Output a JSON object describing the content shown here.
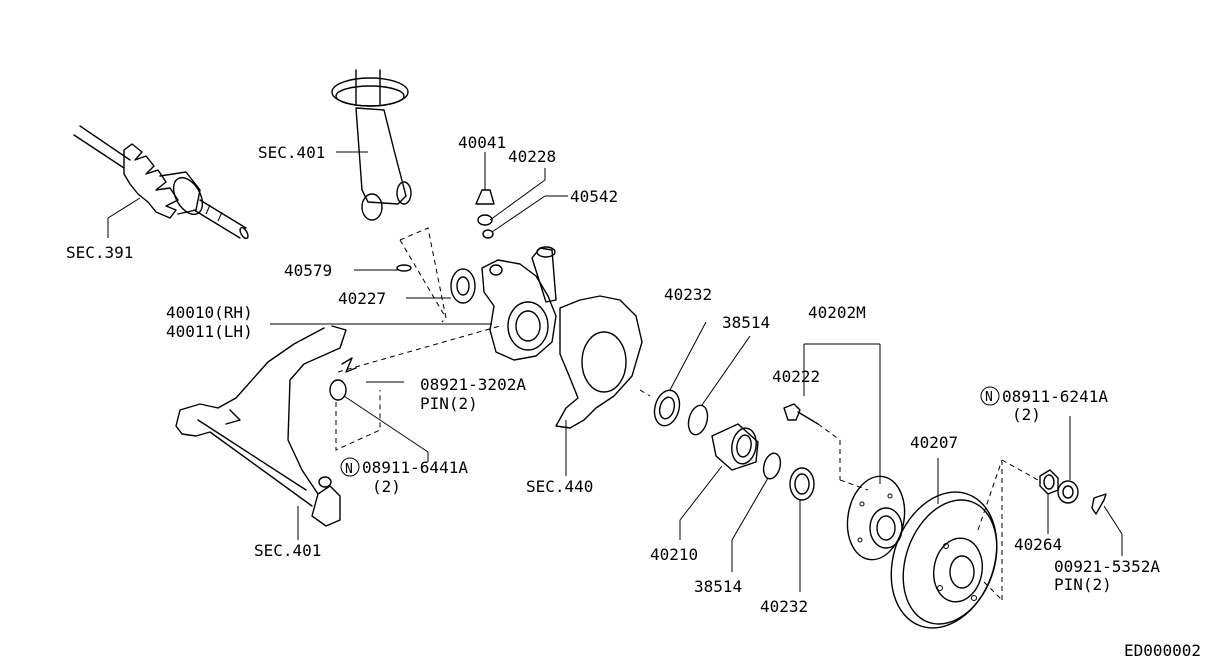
{
  "diagram": {
    "footer_code": "ED000002",
    "labels": {
      "sec391": "SEC.391",
      "sec401_top": "SEC.401",
      "p40041": "40041",
      "p40228": "40228",
      "p40542": "40542",
      "p40579": "40579",
      "p40227": "40227",
      "p40010": "40010(RH)",
      "p40011": "40011(LH)",
      "pin_3202a": "08921-3202A",
      "pin_3202a_qty": "PIN(2)",
      "nut_6441a": "08911-6441A",
      "nut_6441a_qty": "(2)",
      "sec401_bottom": "SEC.401",
      "sec440": "SEC.440",
      "p40232_top": "40232",
      "p38514_top": "38514",
      "p40210": "40210",
      "p38514_bottom": "38514",
      "p40232_bottom": "40232",
      "p40202m": "40202M",
      "p40222": "40222",
      "p40207": "40207",
      "nut_6241a": "08911-6241A",
      "nut_6241a_qty": "(2)",
      "p40264": "40264",
      "pin_5352a": "00921-5352A",
      "pin_5352a_qty": "PIN(2)"
    },
    "symbols": {
      "nut_marker": "N"
    }
  }
}
